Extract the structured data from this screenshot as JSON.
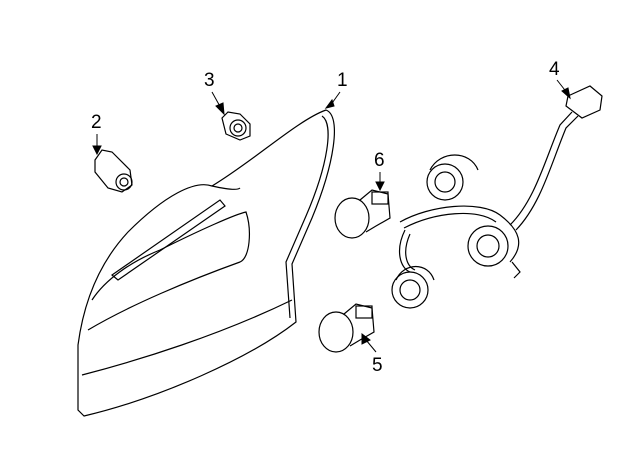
{
  "callouts": [
    {
      "number": "1",
      "part": "tail-lamp-assembly"
    },
    {
      "number": "2",
      "part": "clip"
    },
    {
      "number": "3",
      "part": "grommet"
    },
    {
      "number": "4",
      "part": "socket-harness"
    },
    {
      "number": "5",
      "part": "bulb"
    },
    {
      "number": "6",
      "part": "bulb"
    }
  ]
}
